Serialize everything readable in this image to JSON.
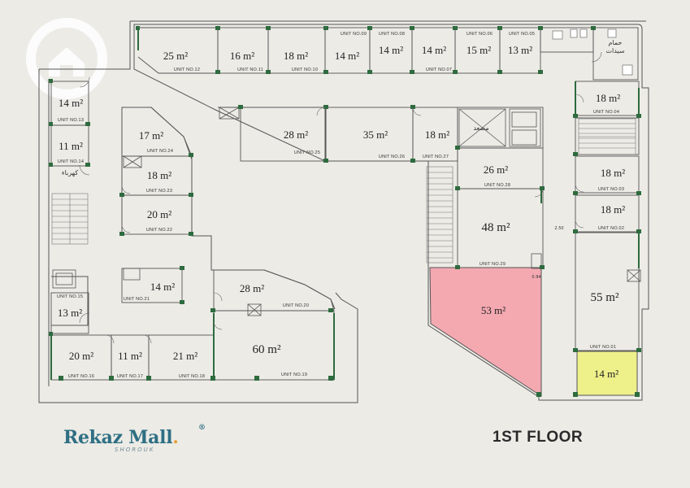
{
  "brand": {
    "name": "Rekaz Mall",
    "dot": ".",
    "registered": "®",
    "subtitle": "SHOROUK"
  },
  "floor_title": "1ST FLOOR",
  "units": [
    {
      "id": "u1",
      "area": "55 m²",
      "label": "UNIT NO.01"
    },
    {
      "id": "u2",
      "area": "18 m²",
      "label": "UNIT NO.02"
    },
    {
      "id": "u3",
      "area": "18 m²",
      "label": "UNIT NO.03"
    },
    {
      "id": "u4",
      "area": "18 m²",
      "label": "UNIT NO.04"
    },
    {
      "id": "u5",
      "area": "13 m²",
      "label": "UNIT NO.05"
    },
    {
      "id": "u6",
      "area": "15 m²",
      "label": "UNIT NO.06"
    },
    {
      "id": "u7",
      "area": "14 m²",
      "label": "UNIT NO.07"
    },
    {
      "id": "u8",
      "area": "14 m²",
      "label": "UNIT NO.08"
    },
    {
      "id": "u9",
      "area": "14 m²",
      "label": "UNIT NO.09"
    },
    {
      "id": "u10",
      "area": "18 m²",
      "label": "UNIT NO.10"
    },
    {
      "id": "u11",
      "area": "16 m²",
      "label": "UNIT NO.11"
    },
    {
      "id": "u12",
      "area": "25 m²",
      "label": "UNIT NO.12"
    },
    {
      "id": "u13",
      "area": "14 m²",
      "label": "UNIT NO.13"
    },
    {
      "id": "u14",
      "area": "11 m²",
      "label": "UNIT NO.14"
    },
    {
      "id": "u15",
      "area": "13 m²",
      "label": "UNIT NO.15"
    },
    {
      "id": "u16",
      "area": "20 m²",
      "label": "UNIT NO.16"
    },
    {
      "id": "u17",
      "area": "11 m²",
      "label": "UNIT NO.17"
    },
    {
      "id": "u18",
      "area": "21 m²",
      "label": "UNIT NO.18"
    },
    {
      "id": "u19",
      "area": "60 m²",
      "label": "UNIT NO.19"
    },
    {
      "id": "u20",
      "area": "28 m²",
      "label": "UNIT NO.20"
    },
    {
      "id": "u21",
      "area": "14 m²",
      "label": "UNIT NO.21"
    },
    {
      "id": "u22",
      "area": "20 m²",
      "label": "UNIT NO.22"
    },
    {
      "id": "u23",
      "area": "18 m²",
      "label": "UNIT NO.23"
    },
    {
      "id": "u24",
      "area": "17 m²",
      "label": "UNIT NO.24"
    },
    {
      "id": "u25",
      "area": "28 m²",
      "label": "UNIT NO.25"
    },
    {
      "id": "u26",
      "area": "35 m²",
      "label": "UNIT NO.26"
    },
    {
      "id": "u27",
      "area": "18 m²",
      "label": "UNIT NO.27"
    },
    {
      "id": "u28",
      "area": "26 m²",
      "label": "UNIT NO.28"
    },
    {
      "id": "u29",
      "area": "48 m²",
      "label": "UNIT NO.29"
    }
  ],
  "highlighted": [
    {
      "id": "pink",
      "area": "53 m²",
      "color": "#f4a9b1"
    },
    {
      "id": "yellow",
      "area": "14 m²",
      "color": "#eef08a"
    }
  ],
  "labels": {
    "wc": "حمام",
    "wc2": "سيدات",
    "electric": "كهرباء",
    "elevator": "مصعد",
    "dim1": "2.50",
    "dim2": "0.94"
  },
  "colors": {
    "wall": "#2e6b3e",
    "line": "#555555",
    "background": "#ecebe6"
  }
}
